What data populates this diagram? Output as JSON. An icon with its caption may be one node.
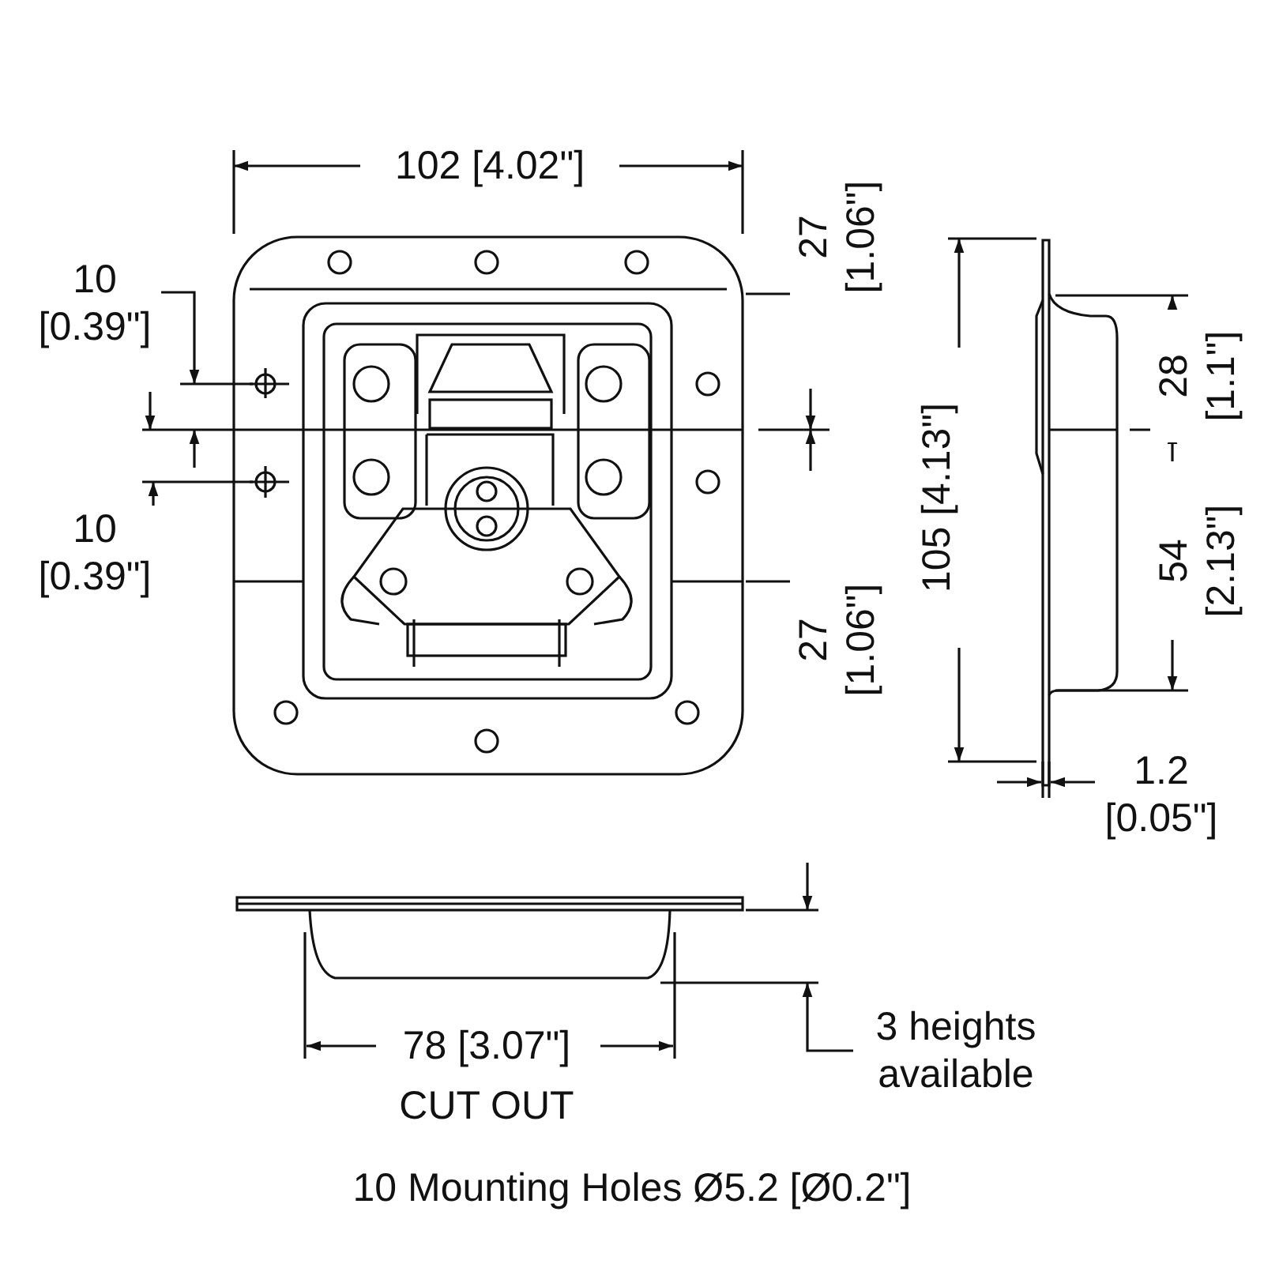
{
  "diagram": {
    "caption": "10 Mounting Holes Ø5.2 [Ø0.2\"]",
    "labels": [
      "102 [4.02\"]",
      "27 [1.06\"]",
      "10 [0.39\"]",
      "28 [1.1\"]",
      "105 [4.13\"]",
      "10 [0.39\"]",
      "54 [2.13\"]",
      "27 [1.06\"]",
      "1.2 [0.05\"]",
      "78 [3.07\"]",
      "CUT OUT",
      "3 heights available"
    ]
  }
}
